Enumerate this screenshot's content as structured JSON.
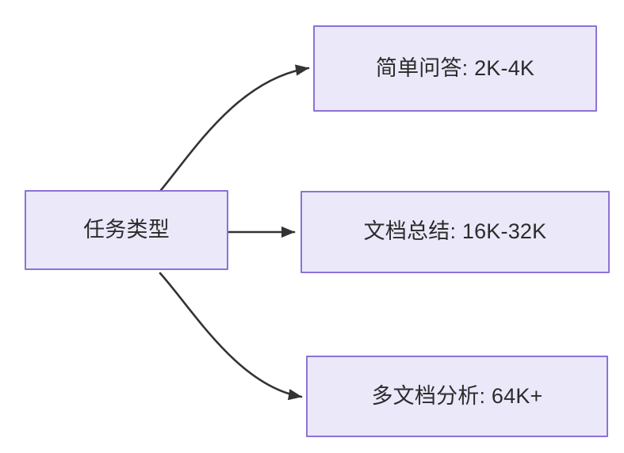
{
  "diagram": {
    "type": "flowchart",
    "orientation": "left-to-right",
    "background_color": "#ffffff",
    "node_fill_color": "#ebe8fa",
    "node_border_color": "#8c72d6",
    "node_text_color": "#2b2b2b",
    "edge_color": "#333333",
    "nodes": {
      "root": {
        "label": "任务类型"
      },
      "branches": [
        {
          "label": "简单问答: 2K-4K"
        },
        {
          "label": "文档总结: 16K-32K"
        },
        {
          "label": "多文档分析: 64K+"
        }
      ]
    },
    "edges": [
      {
        "from": "任务类型",
        "to": "简单问答: 2K-4K",
        "style": "curved",
        "arrow": "triangle"
      },
      {
        "from": "任务类型",
        "to": "文档总结: 16K-32K",
        "style": "straight",
        "arrow": "triangle"
      },
      {
        "from": "任务类型",
        "to": "多文档分析: 64K+",
        "style": "curved",
        "arrow": "triangle"
      }
    ]
  }
}
